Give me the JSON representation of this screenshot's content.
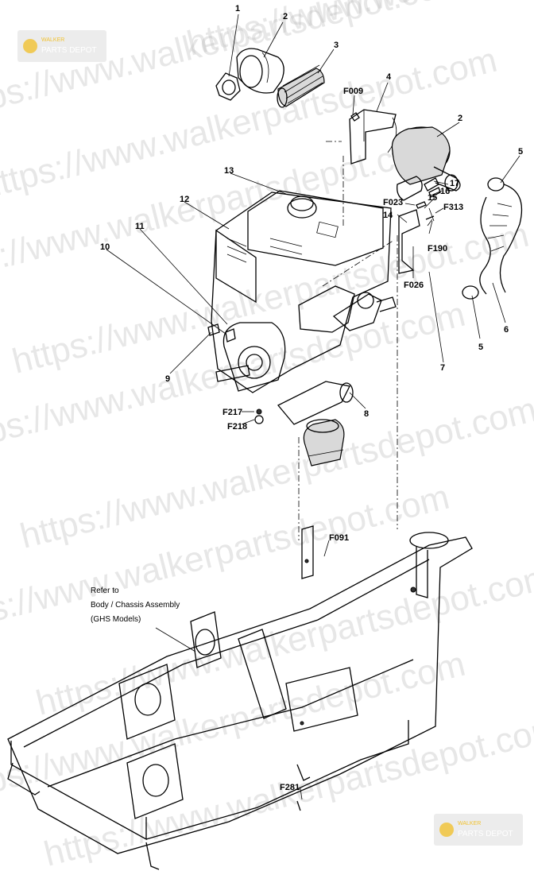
{
  "watermark": {
    "lines": [
      "https://www.walkerpartsdepot.com",
      "https://www.walkerpartsdepot.com",
      "https://www.walkerpartsdepot.com",
      "https://www.walkerpartsdepot.com",
      "https://www.walkerpartsdepot.com",
      "https://www.walkerpartsdepot.com",
      "https://www.walkerpartsdepot.com",
      "https://www.walkerpartsdepot.com",
      "https://www.walkerpartsdepot.com",
      "https://www.walkerpartsdepot.com",
      "https://www.walkerpartsdepot.com"
    ]
  },
  "logo": {
    "top_text": "WALKER",
    "text": "PARTS DEPOT"
  },
  "callouts": {
    "c1": "1",
    "c2a": "2",
    "c2b": "2",
    "c3": "3",
    "c4": "4",
    "c5a": "5",
    "c5b": "5",
    "c6": "6",
    "c7": "7",
    "c8": "8",
    "c9": "9",
    "c10": "10",
    "c11": "11",
    "c12": "12",
    "c13": "13",
    "c14": "14",
    "c15": "15",
    "c16": "16",
    "c17": "17",
    "F009": "F009",
    "F023": "F023",
    "F313": "F313",
    "F190": "F190",
    "F026": "F026",
    "F217": "F217",
    "F218": "F218",
    "F091": "F091",
    "F281": "F281"
  },
  "note": {
    "line1": "Refer to",
    "line2": "Body / Chassis Assembly",
    "line3": "(GHS Models)"
  }
}
